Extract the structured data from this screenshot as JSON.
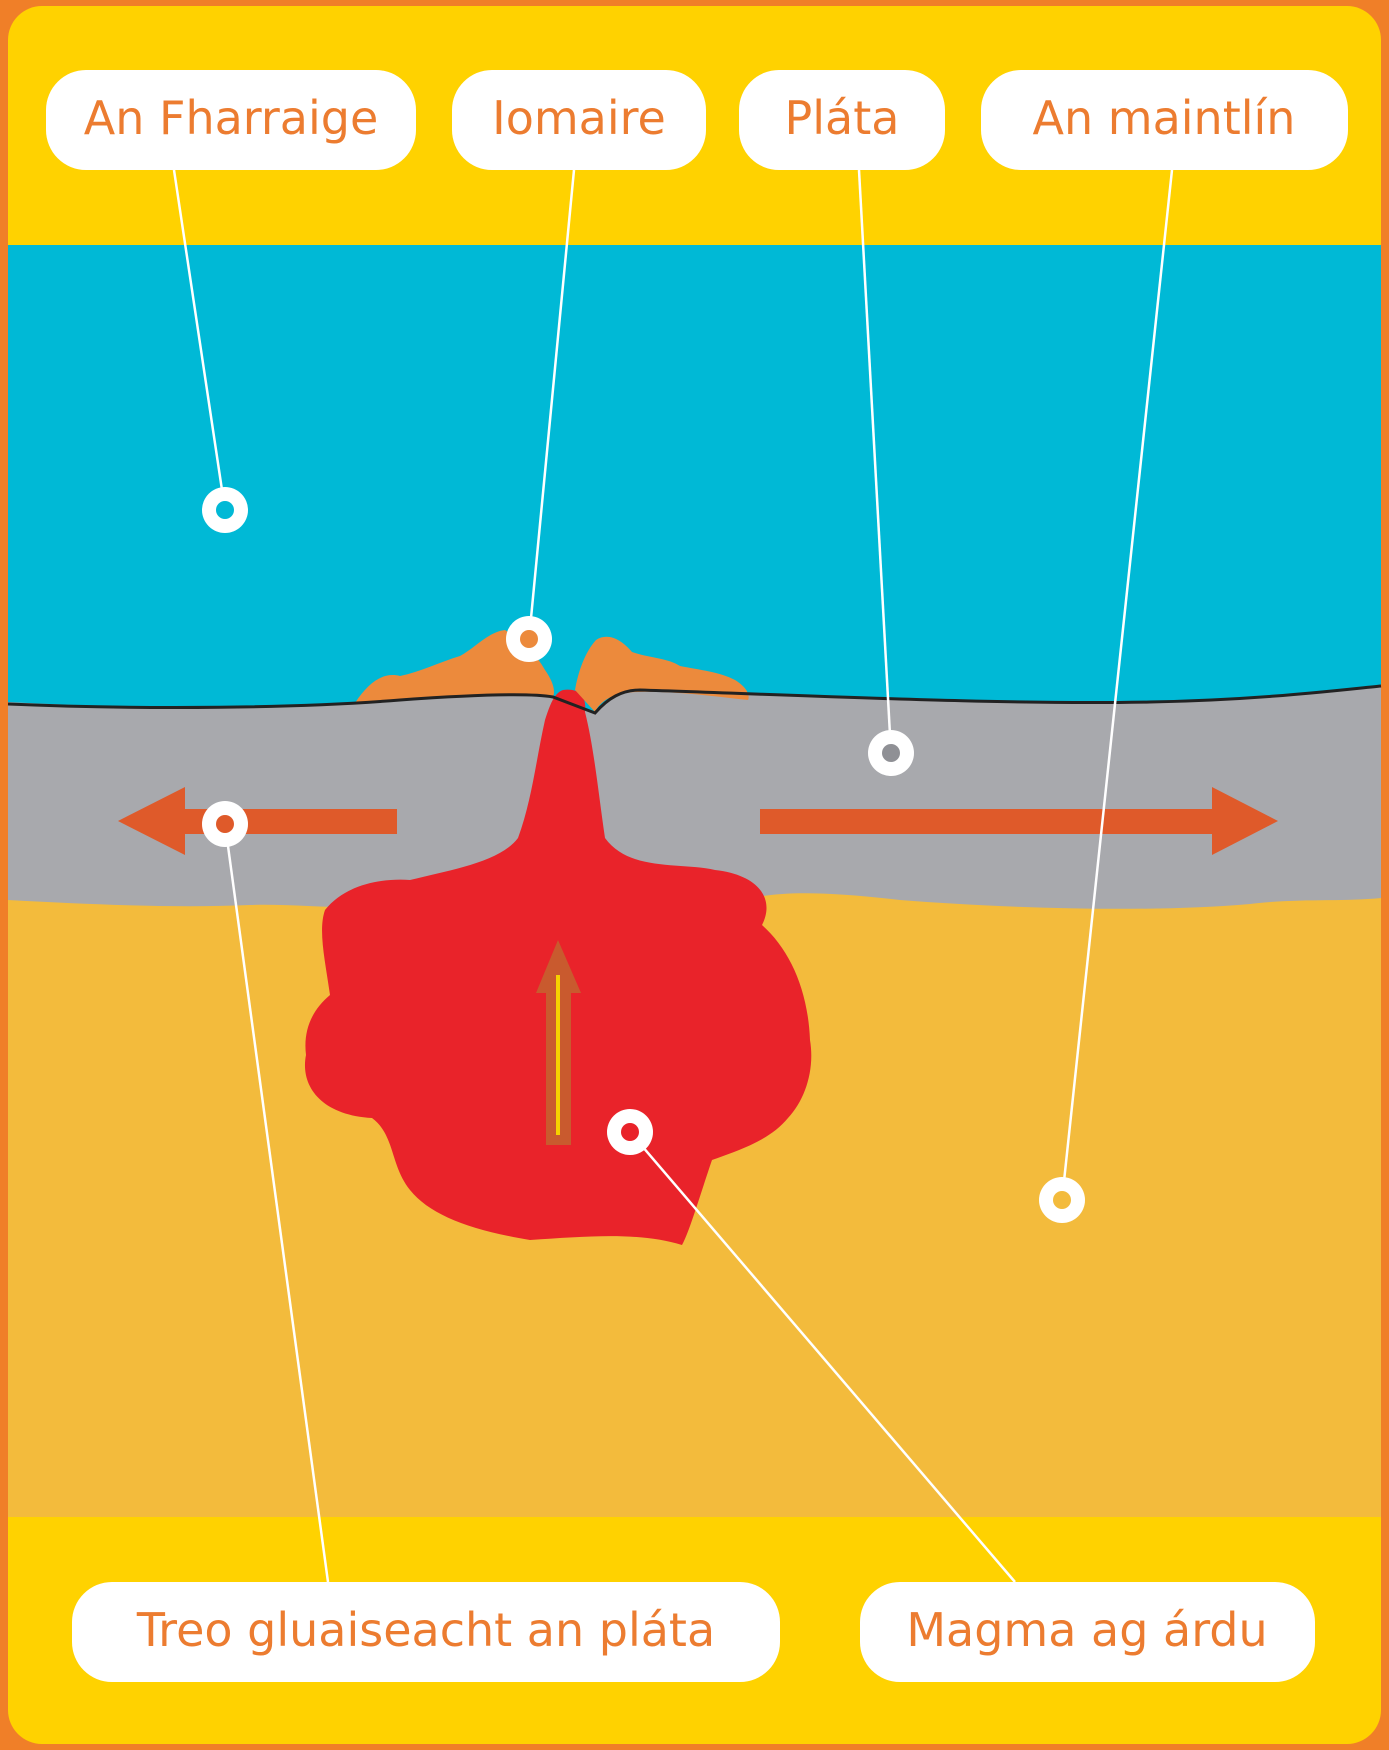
{
  "labels": {
    "sea": "An Fharraige",
    "ridge": "Iomaire",
    "plate": "Pláta",
    "mantle": "An maintlín",
    "plate_motion": "Treo gluaiseacht an pláta",
    "magma": "Magma ag árdu"
  },
  "colors": {
    "outer_border": "#f07f28",
    "frame": "#ffd200",
    "sea": "#00b9d6",
    "plate": "#a8a9ad",
    "mantle": "#f3bb3c",
    "magma": "#e9232a",
    "ridge_rock": "#ec8a3c",
    "arrow": "#df5a2a",
    "label_text": "#ec7c30"
  }
}
